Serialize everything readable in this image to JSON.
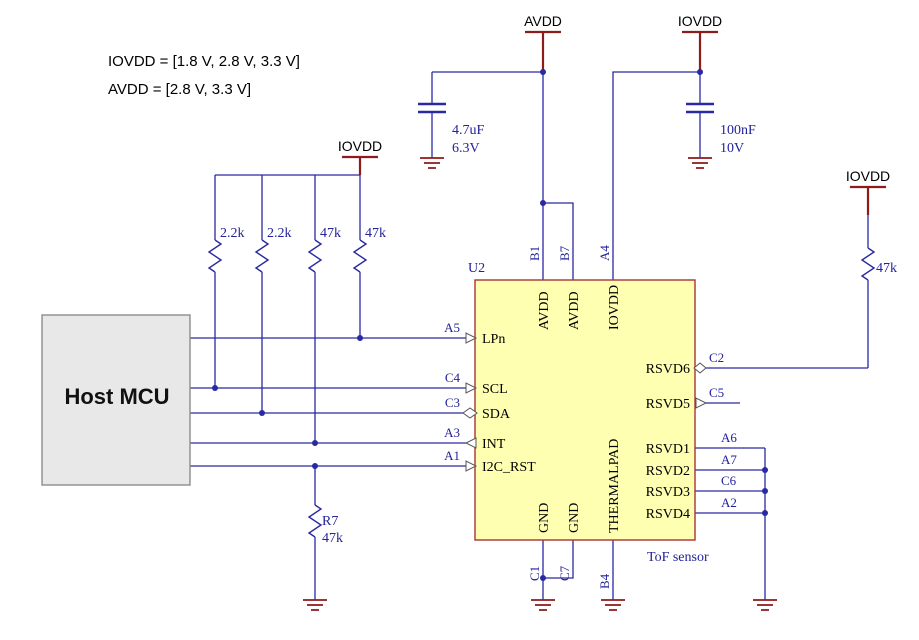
{
  "notes": {
    "iovdd_range": "IOVDD = [1.8 V, 2.8 V, 3.3 V]",
    "avdd_range": "AVDD = [2.8 V, 3.3 V]"
  },
  "power": {
    "avdd_label": "AVDD",
    "iovdd_label": "IOVDD"
  },
  "components": {
    "cap_avdd": {
      "value": "4.7uF",
      "voltage": "6.3V"
    },
    "cap_iovdd": {
      "value": "100nF",
      "voltage": "10V"
    },
    "r_scl": {
      "value": "2.2k"
    },
    "r_sda": {
      "value": "2.2k"
    },
    "r_int": {
      "value": "47k"
    },
    "r_lpn": {
      "value": "47k"
    },
    "r7": {
      "ref": "R7",
      "value": "47k"
    },
    "r_rsvd6": {
      "value": "47k"
    }
  },
  "host_mcu": {
    "label": "Host MCU"
  },
  "sensor": {
    "refdes": "U2",
    "type_label": "ToF sensor",
    "pins": {
      "left": [
        {
          "name": "LPn",
          "des": "A5"
        },
        {
          "name": "SCL",
          "des": "C4"
        },
        {
          "name": "SDA",
          "des": "C3"
        },
        {
          "name": "INT",
          "des": "A3"
        },
        {
          "name": "I2C_RST",
          "des": "A1"
        }
      ],
      "top": [
        {
          "name": "AVDD",
          "des": "B1"
        },
        {
          "name": "AVDD",
          "des": "B7"
        },
        {
          "name": "IOVDD",
          "des": "A4"
        }
      ],
      "bottom": [
        {
          "name": "GND",
          "des": "C1"
        },
        {
          "name": "GND",
          "des": "C7"
        },
        {
          "name": "THERMALPAD",
          "des": "B4"
        }
      ],
      "right": [
        {
          "name": "RSVD6",
          "des": "C2"
        },
        {
          "name": "RSVD5",
          "des": "C5"
        },
        {
          "name": "RSVD1",
          "des": "A6"
        },
        {
          "name": "RSVD2",
          "des": "A7"
        },
        {
          "name": "RSVD3",
          "des": "C6"
        },
        {
          "name": "RSVD4",
          "des": "A2"
        }
      ]
    }
  },
  "colors": {
    "wire": "#2929a3",
    "power": "#8e1a1a",
    "chip_fill": "#feffb0",
    "chip_border": "#aa3333",
    "label_blue": "#22229a",
    "mcu_fill": "#e8e8e8"
  }
}
